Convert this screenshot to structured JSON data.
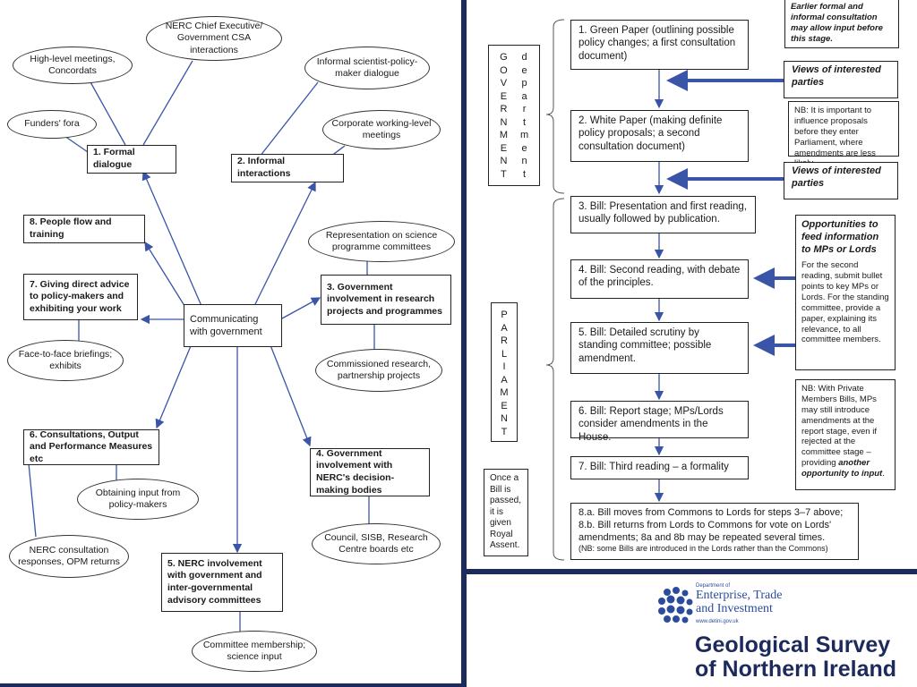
{
  "left_diagram": {
    "center": "Communicating with government",
    "boxes": {
      "b1": "1. Formal dialogue",
      "b2": "2. Informal interactions",
      "b3": "3. Government involvement in research projects and programmes",
      "b4": "4. Government involvement with NERC's decision-making bodies",
      "b5": "5. NERC involvement with government and inter-governmental advisory committees",
      "b6": "6. Consultations, Output and Performance Measures etc",
      "b7": "7. Giving direct advice to policy-makers and exhibiting your work",
      "b8": "8. People flow and training"
    },
    "ellipses": {
      "highlevel": "High-level meetings, Concordats",
      "nerc_ceo": "NERC Chief Executive/ Government CSA interactions",
      "funders": "Funders' fora",
      "informal": "Informal scientist-policy-maker dialogue",
      "corporate": "Corporate working-level meetings",
      "representation": "Representation on science programme committees",
      "commissioned": "Commissioned research, partnership projects",
      "council": "Council, SISB, Research Centre boards etc",
      "committee": "Committee membership; science input",
      "obtaining": "Obtaining input from policy-makers",
      "nerc_consult": "NERC consultation responses, OPM returns",
      "facetoface": "Face-to-face briefings; exhibits"
    }
  },
  "right_diagram": {
    "government_label": {
      "col1": [
        "G",
        "O",
        "V",
        "E",
        "R",
        "N",
        "M",
        "E",
        "N",
        "T"
      ],
      "col2": [
        "d",
        "e",
        "p",
        "a",
        "r",
        "t",
        "m",
        "e",
        "n",
        "t"
      ]
    },
    "parliament_label": [
      "P",
      "A",
      "R",
      "L",
      "I",
      "A",
      "M",
      "E",
      "N",
      "T"
    ],
    "steps": {
      "s1": "1. Green Paper (outlining possible policy changes; a first consultation document)",
      "s2": "2. White Paper (making definite policy proposals; a second consultation document)",
      "s3": "3. Bill: Presentation and first reading, usually followed by publication.",
      "s4": "4. Bill: Second reading, with debate of the principles.",
      "s5": "5. Bill: Detailed scrutiny by standing committee; possible amendment.",
      "s6": "6. Bill: Report stage; MPs/Lords consider amendments in the House.",
      "s7": "7. Bill: Third reading – a formality",
      "s8a": "8.a. Bill moves from Commons to Lords for steps 3–7 above;",
      "s8b": "8.b. Bill returns from Lords to Commons for vote on Lords' amendments; 8a and 8b may be repeated several times.",
      "s8nb": "(NB: some Bills are introduced in the Lords rather than the Commons)"
    },
    "notes": {
      "earlier": "Earlier formal and informal consultation may allow input before this stage.",
      "views1": "Views of interested parties",
      "nb1": "NB: It is important to influence proposals before they enter Parliament, where amendments are less likely.",
      "views2": "Views of interested parties",
      "opp_title": "Opportunities to feed information to MPs or Lords",
      "opp_body": "For the second reading, submit bullet points to key MPs or Lords. For the standing committee, provide a paper, explaining its relevance, to all committee members.",
      "nb2_pre": "NB: With Private Members Bills, MPs may still introduce amendments at the report stage, even if rejected at the committee stage – providing",
      "nb2_em": "another opportunity to input",
      "nb2_end": ".",
      "royal": "Once a Bill is passed, it is given Royal Assent."
    }
  },
  "branding": {
    "dept_small": "Department of",
    "dept_name_1": "Enterprise, Trade",
    "dept_name_2": "and Investment",
    "url": "www.detini.gov.uk",
    "survey_1": "Geological Survey",
    "survey_2": "of Northern Ireland"
  },
  "colors": {
    "navy": "#1c2a5c",
    "arrow_blue": "#3a55a8",
    "logo_blue": "#2b4c9c"
  }
}
